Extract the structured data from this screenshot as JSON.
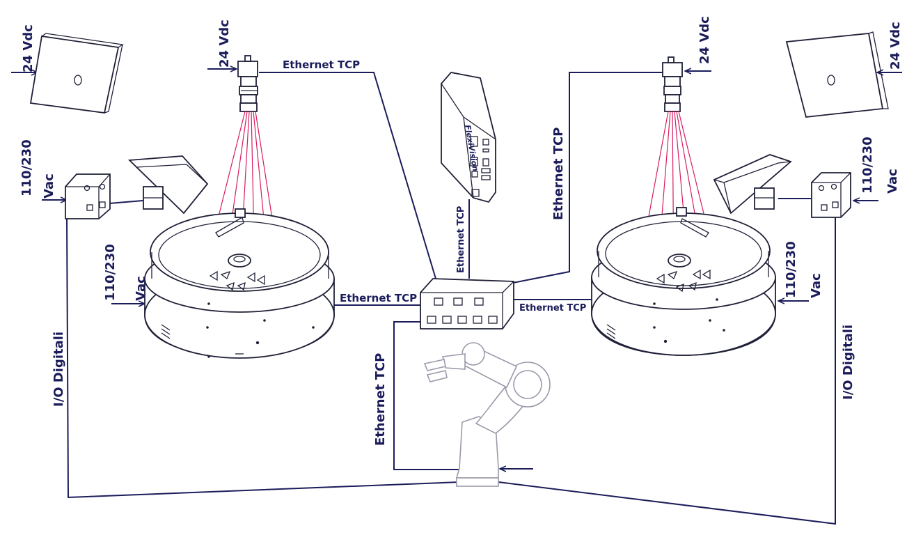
{
  "labels": {
    "power_24vdc": "24 Vdc",
    "power_110_230": "110/230",
    "power_vac": "Vac",
    "ethernet": "Ethernet TCP",
    "io": "I/O Digitali",
    "controller_brand": "FlexiVision"
  },
  "colors": {
    "ink": "#1b1c5a",
    "laser": "#d81b60",
    "robot": "#9a9aaa"
  }
}
